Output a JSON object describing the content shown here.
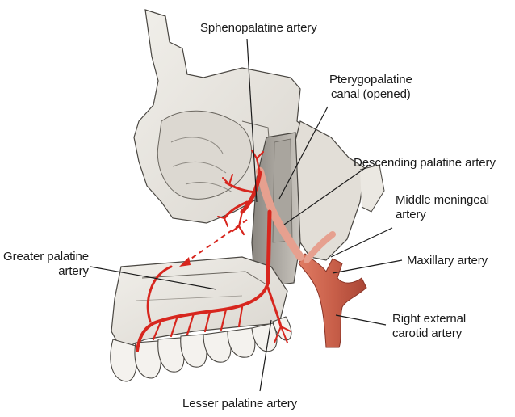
{
  "labels": {
    "sphenopalatine": [
      "Sphenopalatine artery"
    ],
    "pterygopalatine": [
      "Pterygopalatine",
      "canal (opened)"
    ],
    "descending": [
      "Descending palatine artery"
    ],
    "middle_meningeal": [
      "Middle meningeal",
      "artery"
    ],
    "maxillary": [
      "Maxillary artery"
    ],
    "external_carotid": [
      "Right external",
      "carotid artery"
    ],
    "greater_palatine": [
      "Greater palatine",
      "artery"
    ],
    "lesser_palatine": [
      "Lesser palatine artery"
    ]
  },
  "colors": {
    "artery": "#d7261e",
    "artery_pale": "#e6a08f",
    "carotid": "#cf6a55",
    "bone": "#e9e6e0",
    "bone_shadow": "#b9b5ad",
    "outline": "#4a4742",
    "leader": "#1a1a1a"
  }
}
